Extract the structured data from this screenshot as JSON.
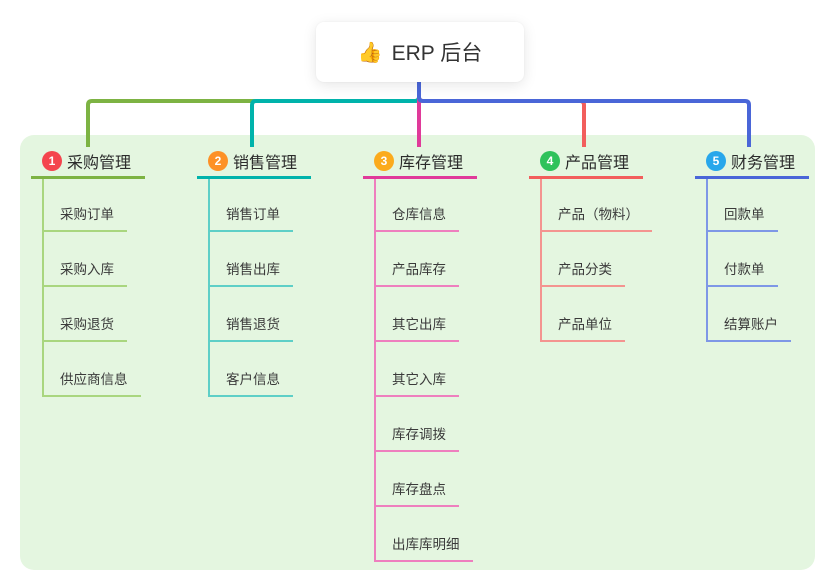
{
  "root": {
    "label": "ERP 后台",
    "icon_emoji": "👍"
  },
  "panel": {
    "background": "#e4f6e0"
  },
  "branches": [
    {
      "number": "1",
      "title": "采购管理",
      "badge_color": "#f4454e",
      "line_color": "#7db343",
      "light_color": "#a9d67f",
      "children": [
        "采购订单",
        "采购入库",
        "采购退货",
        "供应商信息"
      ]
    },
    {
      "number": "2",
      "title": "销售管理",
      "badge_color": "#fd9126",
      "line_color": "#00b3ab",
      "light_color": "#5ecfc7",
      "children": [
        "销售订单",
        "销售出库",
        "销售退货",
        "客户信息"
      ]
    },
    {
      "number": "3",
      "title": "库存管理",
      "badge_color": "#fbab1c",
      "line_color": "#e03a9a",
      "light_color": "#ee7fbe",
      "children": [
        "仓库信息",
        "产品库存",
        "其它出库",
        "其它入库",
        "库存调拨",
        "库存盘点",
        "出库库明细"
      ]
    },
    {
      "number": "4",
      "title": "产品管理",
      "badge_color": "#2fc25b",
      "line_color": "#f25e5c",
      "light_color": "#f49490",
      "children": [
        "产品（物料）",
        "产品分类",
        "产品单位"
      ]
    },
    {
      "number": "5",
      "title": "财务管理",
      "badge_color": "#28a7eb",
      "line_color": "#4a66d8",
      "light_color": "#7e97e6",
      "children": [
        "回款单",
        "付款单",
        "结算账户"
      ]
    }
  ]
}
